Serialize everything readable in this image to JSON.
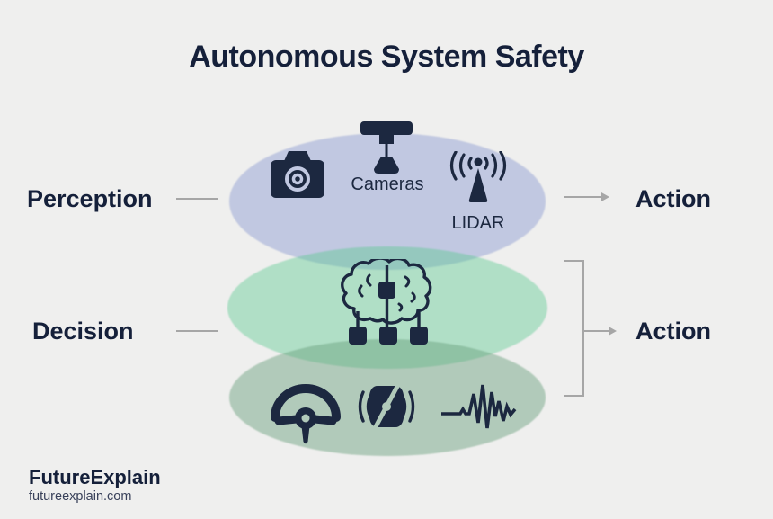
{
  "title": "Autonomous System Safety",
  "layers": [
    {
      "label": "Perception",
      "items": [
        {
          "icon": "photo-camera"
        },
        {
          "icon": "surveillance-camera",
          "label": "Cameras"
        },
        {
          "icon": "lidar",
          "label": "LIDAR"
        }
      ]
    },
    {
      "label": "Decision",
      "items": [
        {
          "icon": "brain-network"
        }
      ]
    },
    {
      "label": "",
      "items": [
        {
          "icon": "steering-wheel"
        },
        {
          "icon": "brake-alert"
        },
        {
          "icon": "seismic-wave"
        }
      ]
    }
  ],
  "outputs": [
    {
      "label": "Action"
    },
    {
      "label": "Action"
    }
  ],
  "branding": {
    "name": "FutureExplain",
    "site": "futureexplain.com"
  },
  "colors": {
    "bg": "#efefee",
    "ink": "#1c2840",
    "title-ink": "#15203a",
    "line": "#a6a6a6",
    "layer-perception": "rgba(124,142,206,0.40)",
    "layer-decision": "rgba(88,199,144,0.42)",
    "layer-actuation": "rgba(104,160,124,0.46)"
  }
}
